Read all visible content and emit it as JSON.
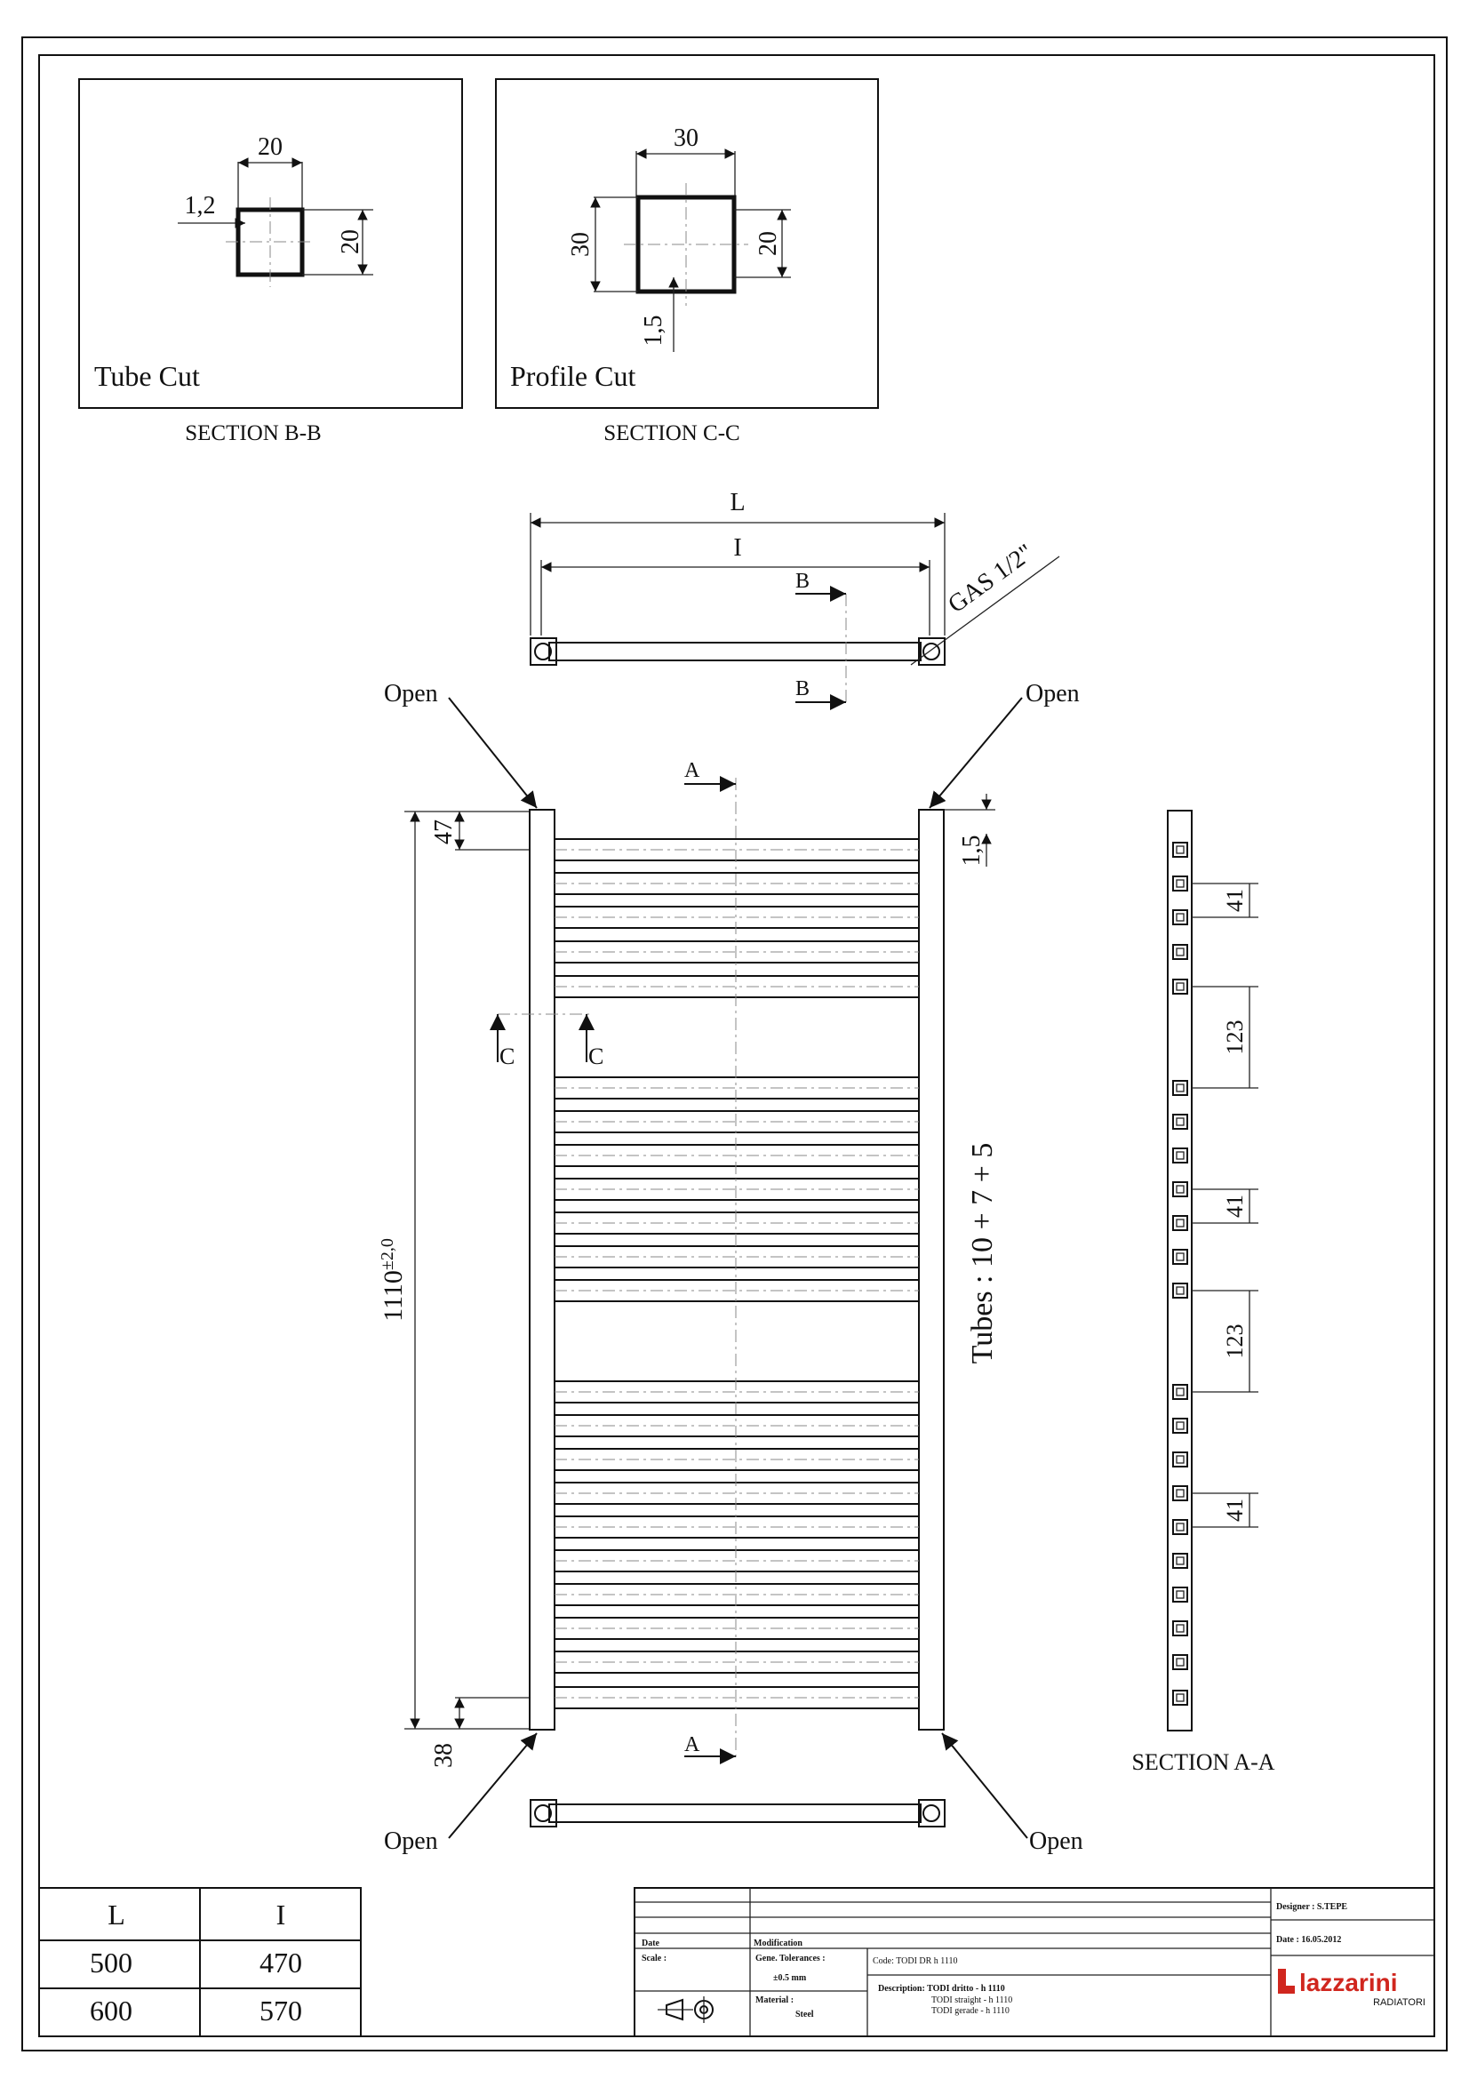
{
  "section_bb": {
    "title": "Tube Cut",
    "caption": "SECTION B-B",
    "width": "20",
    "height": "20",
    "wall": "1,2"
  },
  "section_cc": {
    "title": "Profile Cut",
    "caption": "SECTION C-C",
    "width": "30",
    "height": "30",
    "depth": "20",
    "wall": "1,5"
  },
  "top_view": {
    "dim_outer": "L",
    "dim_inner": "I",
    "section_mark": "B",
    "connection": "GAS 1/2\""
  },
  "front_view": {
    "open_label": "Open",
    "section_mark_a": "A",
    "section_mark_c": "C",
    "height_dim": "1110",
    "height_tol": "±2,0",
    "top_offset": "47",
    "bottom_offset": "38",
    "collector_gap": "1,5",
    "tubes_label": "Tubes : 10 + 7 + 5"
  },
  "section_aa": {
    "caption": "SECTION A-A",
    "pitch": "41",
    "group_gap": "123"
  },
  "sizes_table": {
    "headers": [
      "L",
      "I"
    ],
    "rows": [
      [
        "500",
        "470"
      ],
      [
        "600",
        "570"
      ]
    ]
  },
  "title_block": {
    "date_label": "Date",
    "modification_label": "Modification",
    "scale_label": "Scale :",
    "tolerances_label": "Gene. Tolerances :",
    "tolerances_value": "±0.5 mm",
    "material_label": "Material :",
    "material_value": "Steel",
    "code": "Code: TODI DR h 1110",
    "description_label": "Description: TODI dritto - h 1110",
    "description_line2": "TODI straight - h 1110",
    "description_line3": "TODI gerade - h 1110",
    "designer": "Designer : S.TEPE",
    "date": "Date : 16.05.2012",
    "brand": "lazzarini",
    "brand_sub": "RADIATORI"
  }
}
